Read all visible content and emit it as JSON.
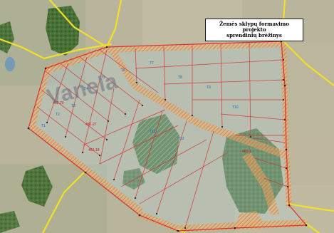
{
  "map": {
    "title_line1": "Žemės sklypų formavimo projekto",
    "title_line2": "sprendinių brėžinys",
    "place_name": "Vanela",
    "parcel_labels": [
      "462-20",
      "462-27",
      "462-18",
      "462-1"
    ],
    "t_labels": [
      "T1",
      "T2",
      "T3",
      "T4",
      "T5",
      "T6",
      "T7",
      "T8",
      "T9",
      "T10",
      "T11",
      "T12"
    ]
  },
  "colors": {
    "boundary": "#d73030",
    "hatch": "#e39a4b",
    "road": "#f1df2a",
    "label_red": "#c01818",
    "label_blue": "#1a5fc0",
    "forest": "#3f6b2e",
    "pond": "#6f98b8"
  }
}
